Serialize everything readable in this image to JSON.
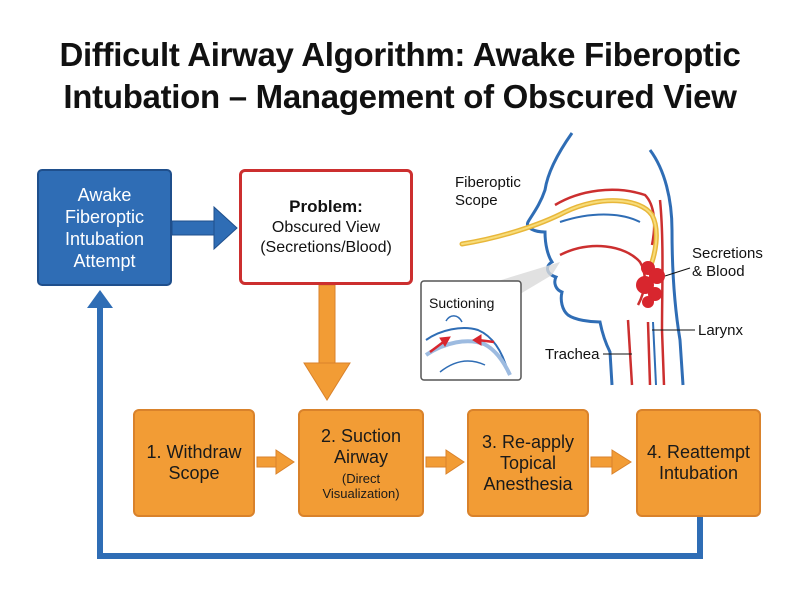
{
  "title": {
    "line1": "Difficult Airway Algorithm: Awake Fiberoptic",
    "line2": "Intubation – Management of Obscured View"
  },
  "start_box": {
    "lines": [
      "Awake",
      "Fiberoptic",
      "Intubation",
      "Attempt"
    ]
  },
  "problem_box": {
    "heading": "Problem:",
    "line1": "Obscured View",
    "line2": "(Secretions/Blood)"
  },
  "steps": [
    {
      "lines": [
        "1. Withdraw",
        "Scope"
      ],
      "note": ""
    },
    {
      "lines": [
        "2. Suction",
        "Airway"
      ],
      "note_lines": [
        "(Direct",
        "Visualization)"
      ]
    },
    {
      "lines": [
        "3. Re-apply",
        "Topical",
        "Anesthesia"
      ]
    },
    {
      "lines": [
        "4. Reattempt",
        "Intubation"
      ]
    }
  ],
  "illustration": {
    "scope_label_lines": [
      "Fiberoptic",
      "Scope"
    ],
    "secretions_label_lines": [
      "Secretions",
      "& Blood"
    ],
    "larynx_label": "Larynx",
    "trachea_label": "Trachea",
    "inset_label": "Suctioning"
  },
  "colors": {
    "start_blue": "#2f6db5",
    "problem_red": "#cc2f2f",
    "step_orange": "#f29c35",
    "arrow_orange": "#f29c35",
    "loop_blue": "#2f6db5"
  }
}
